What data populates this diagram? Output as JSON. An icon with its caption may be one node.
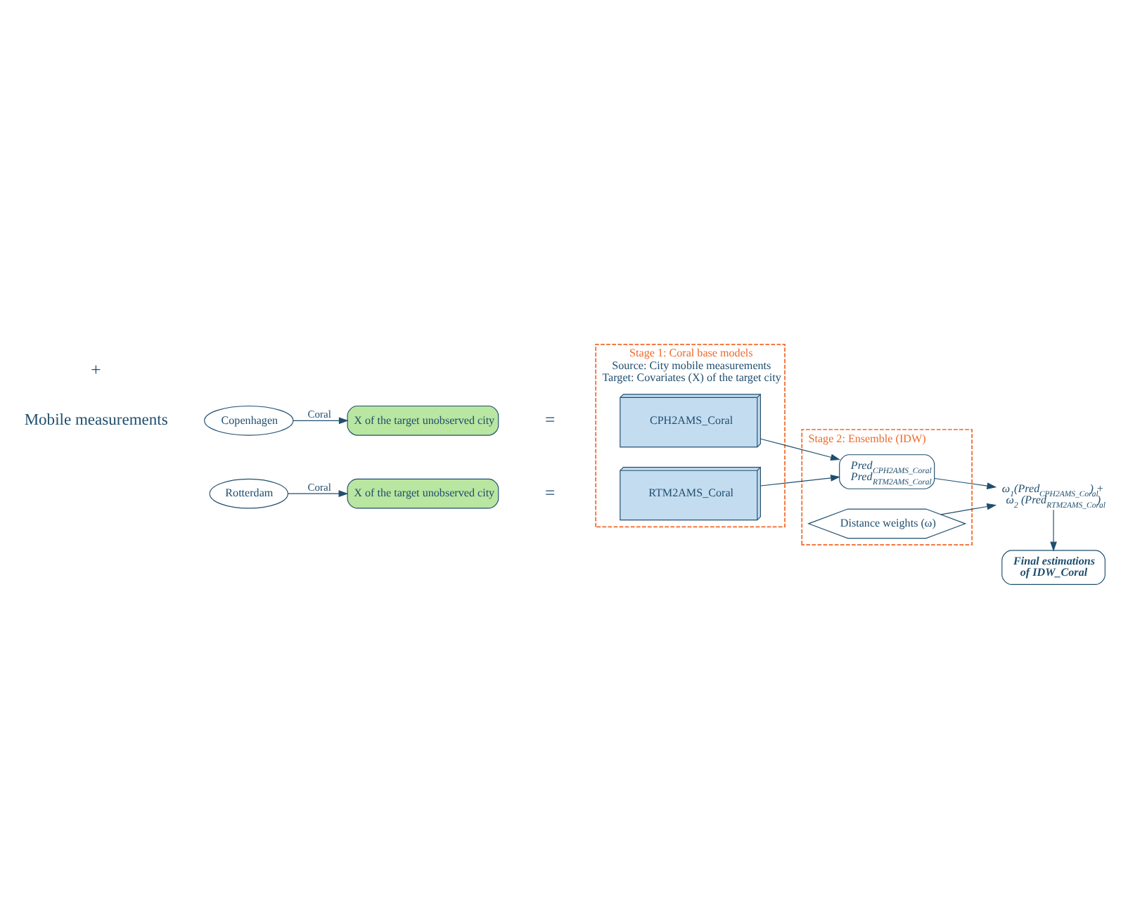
{
  "diagram": {
    "nodes": [
      {
        "text": [
          "Stage 1: Coral base models",
          "Source: City mobile measurements",
          "Target: Covariates (X) of the target city"
        ]
      },
      {
        "text": [
          "Copenhagen"
        ]
      },
      {
        "text": [
          "X of the target unobserved city"
        ]
      },
      {
        "text": [
          "CPH2AMS_Coral"
        ],
        "in": 0
      },
      {
        "text": [
          "Rotterdam"
        ]
      },
      {
        "text": [
          "X of the target unobserved city"
        ]
      },
      {
        "text": [
          "RTM2AMS_Coral"
        ],
        "in": 0
      },
      {
        "text": [
          "Stage 2: Ensemble (IDW)"
        ]
      },
      {
        "text": [
          "Pred$_{CPH2AMS_Coral}$",
          "Pred$_{RTM2AMS_Coral}$"
        ],
        "in": 7
      },
      {
        "text": [
          "Distance weights (ω)"
        ],
        "in": 7
      },
      {
        "text": [
          "ω$_{1}$(Pred$_{CPH2AMS_Coral}$) + ω$_{2}$ (Pred$_{RTM2AMS_Coral}$)"
        ]
      },
      {
        "text": [
          "Final estimations of IDW_Coral"
        ]
      }
    ],
    "edges": [
      {
        "from": 1,
        "to": 2,
        "arrow": "to",
        "label": "Coral"
      },
      {
        "from": 4,
        "to": 5,
        "arrow": "to",
        "label": "Coral"
      },
      {
        "from": 3,
        "to": 8,
        "arrow": "to"
      },
      {
        "from": 6,
        "to": 8,
        "arrow": "to"
      },
      {
        "from": 8,
        "to": 10,
        "arrow": "to"
      },
      {
        "from": 9,
        "to": 10,
        "arrow": "to"
      },
      {
        "from": 10,
        "to": 11,
        "arrow": "to"
      }
    ],
    "labels": [
      "Mobile measurements",
      "=",
      "=",
      "+"
    ]
  }
}
